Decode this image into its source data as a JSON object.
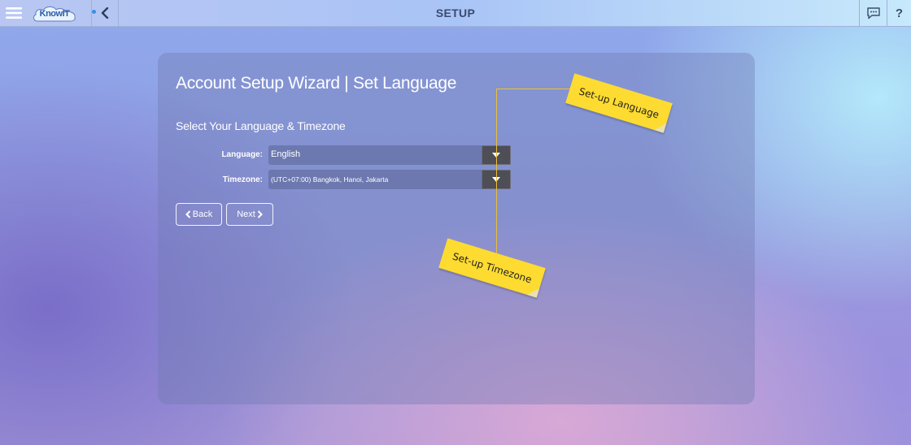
{
  "header": {
    "title": "SETUP",
    "logo_text": "KnowIT",
    "help_label": "?"
  },
  "wizard": {
    "title": "Account Setup Wizard | Set Language",
    "subtitle": "Select Your Language & Timezone",
    "language": {
      "label": "Language:",
      "value": "English"
    },
    "timezone": {
      "label": "Timezone:",
      "value": "(UTC+07:00) Bangkok, Hanoi, Jakarta"
    },
    "back_label": "Back",
    "next_label": "Next"
  },
  "annotations": {
    "language_note": "Set-up Language",
    "timezone_note": "Set-up Timezone"
  },
  "colors": {
    "sticky_note": "#fedb30",
    "connector": "#e9be3a",
    "logo_blue": "#2a5ea8"
  }
}
